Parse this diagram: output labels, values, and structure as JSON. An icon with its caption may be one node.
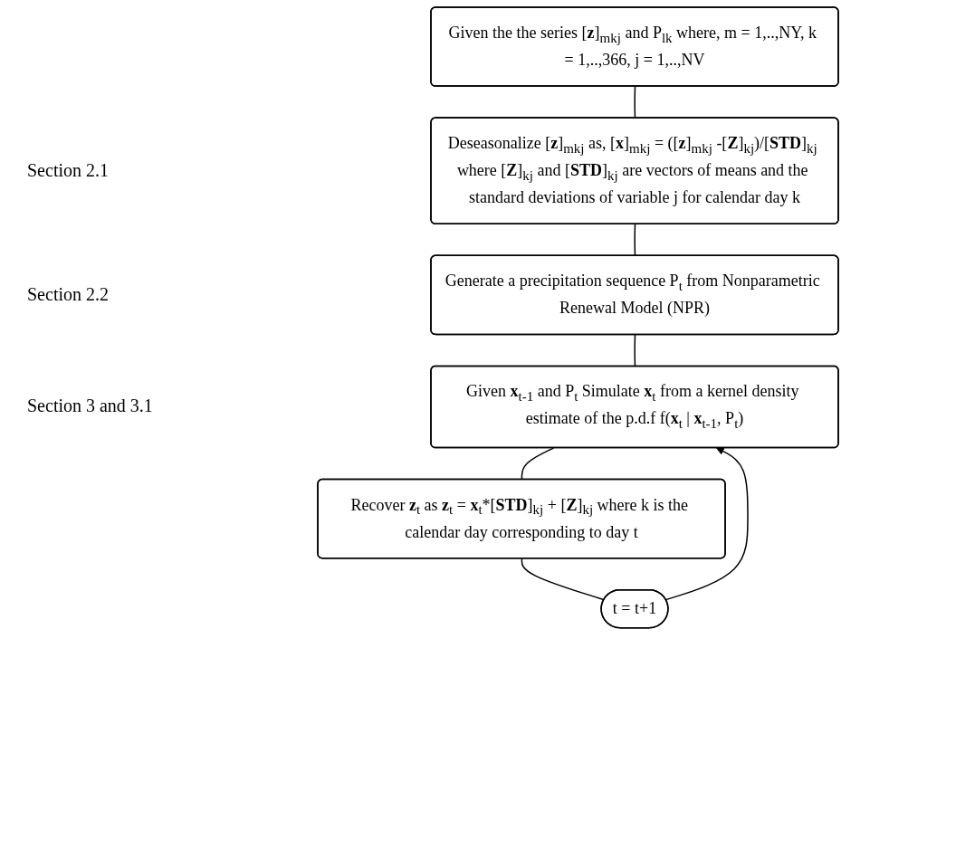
{
  "diagram": {
    "nodes": [
      {
        "text": [
          "Given the the series [**z**]$_{mkj}$ and P$_{lk}$ where, m = 1,..,NY, k = 1,..,366, j = 1,..,NV"
        ]
      },
      {
        "text": [
          "Deseasonalize [**z**]$_{mkj}$ as, [**x**]$_{mkj}$ = ([**z**]$_{mkj}$ -[**Z**]$_{kj}$)/[**STD**]$_{kj}$ where [**Z**]$_{kj}$ and [**STD**]$_{kj}$ are vectors of means and the standard deviations of variable j for calendar day k"
        ]
      },
      {
        "text": [
          "Generate a precipitation sequence P$_{t}$ from Nonparametric Renewal Model (NPR)"
        ]
      },
      {
        "text": [
          "Given **x**$_{t-1}$ and P$_{t}$ Simulate **x**$_{t}$ from a kernel density estimate of the p.d.f f(**x**$_{t}$ | **x**$_{t-1}$, P$_{t}$)"
        ]
      },
      {
        "text": [
          "Recover **z**$_{t}$ as **z**$_{t}$ = **x**$_{t}$*[**STD**]$_{kj}$ + [**Z**]$_{kj}$ where k is the calendar day corresponding to day t"
        ]
      },
      {
        "text": [
          "t = t+1"
        ]
      }
    ],
    "edges": [
      {
        "from": 0,
        "to": 1,
        "arrow": "none"
      },
      {
        "from": 1,
        "to": 2,
        "arrow": "none"
      },
      {
        "from": 2,
        "to": 3,
        "arrow": "none"
      },
      {
        "from": 3,
        "to": 4,
        "arrow": "none"
      },
      {
        "from": 4,
        "to": 5,
        "arrow": "none"
      },
      {
        "from": 5,
        "to": 3,
        "arrow": "to"
      }
    ],
    "labels": [
      "Section 2.1",
      "Section 2.2",
      "Section 3 and 3.1"
    ]
  }
}
